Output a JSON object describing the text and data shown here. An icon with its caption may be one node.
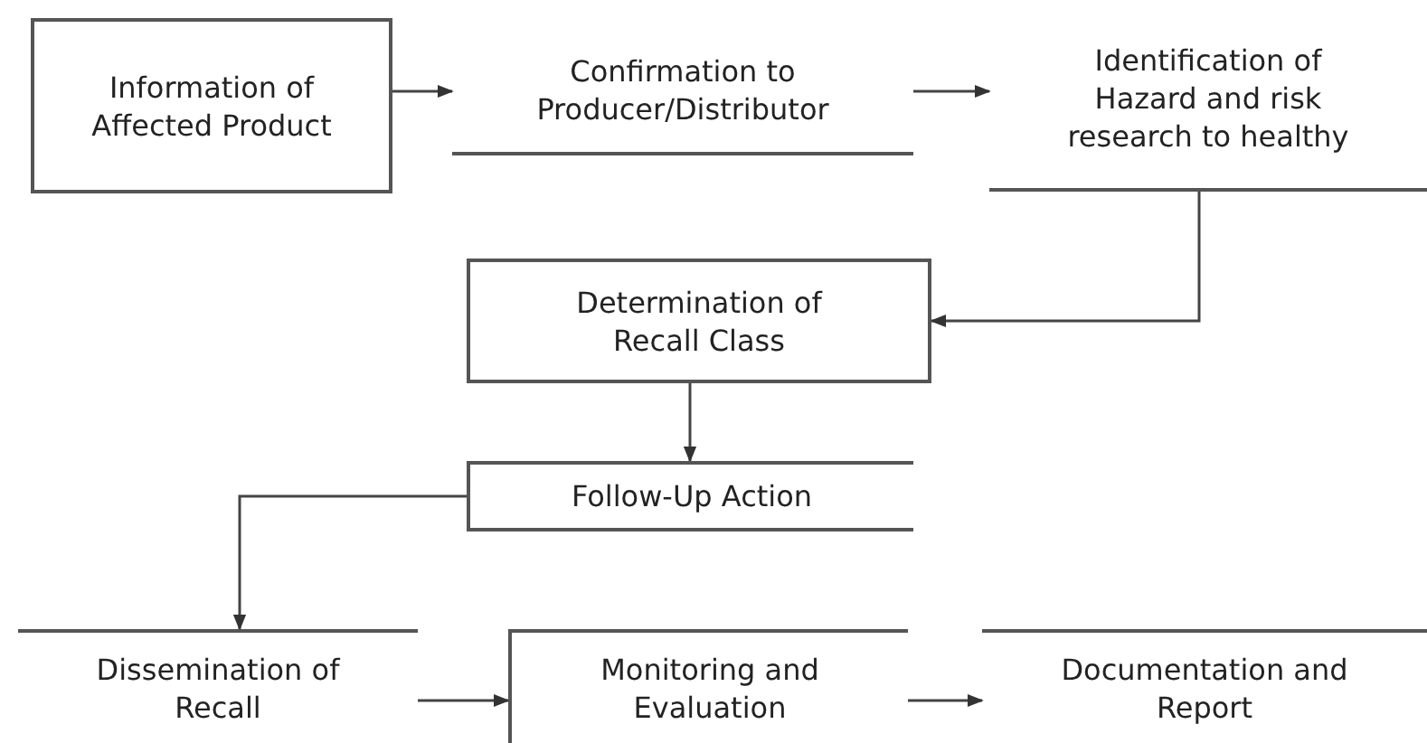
{
  "diagram": {
    "nodes": [
      {
        "text": [
          "Information of Affected Product"
        ]
      },
      {
        "text": [
          "Confirmation to Producer/Distributor"
        ]
      },
      {
        "text": [
          "Identification of Hazard and risk research to healthy"
        ]
      },
      {
        "text": [
          "Determination of Recall Class"
        ]
      },
      {
        "text": [
          "Follow-Up Action"
        ]
      },
      {
        "text": [
          "Dissemination of Recall"
        ]
      },
      {
        "text": [
          "Monitoring and Evaluation"
        ]
      },
      {
        "text": [
          "Documentation and Report"
        ]
      }
    ],
    "edges": [
      {
        "from": 0,
        "to": 1,
        "arrow": "to"
      },
      {
        "from": 1,
        "to": 2,
        "arrow": "to"
      },
      {
        "from": 2,
        "to": 3,
        "arrow": "to"
      },
      {
        "from": 3,
        "to": 4,
        "arrow": "to"
      },
      {
        "from": 4,
        "to": 5,
        "arrow": "to"
      },
      {
        "from": 5,
        "to": 6,
        "arrow": "to"
      },
      {
        "from": 6,
        "to": 7,
        "arrow": "to"
      }
    ]
  }
}
